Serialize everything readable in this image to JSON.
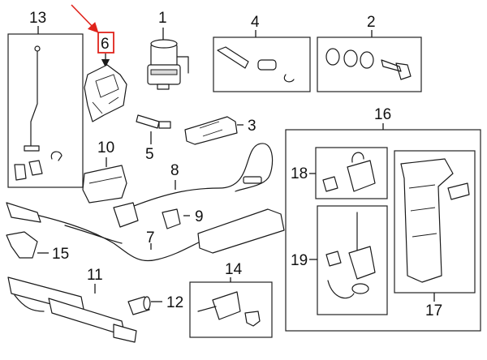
{
  "diagram": {
    "callouts": {
      "c1": "1",
      "c2": "2",
      "c3": "3",
      "c4": "4",
      "c5": "5",
      "c6": "6",
      "c7": "7",
      "c8": "8",
      "c9": "9",
      "c10": "10",
      "c11": "11",
      "c12": "12",
      "c13": "13",
      "c14": "14",
      "c15": "15",
      "c16": "16",
      "c17": "17",
      "c18": "18",
      "c19": "19"
    },
    "highlighted_callout": "6",
    "highlight_color": "#e0231b",
    "line_color": "#1a1a1a"
  }
}
